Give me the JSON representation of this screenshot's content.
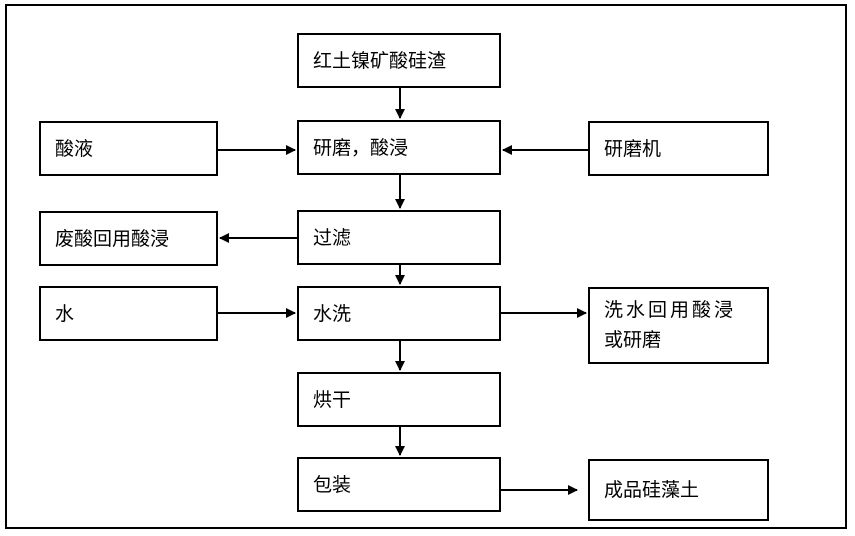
{
  "nodes": {
    "raw": "红土镍矿酸硅渣",
    "grind": "研磨，酸浸",
    "acid": "酸液",
    "mill": "研磨机",
    "filter": "过滤",
    "waste_acid": "废酸回用酸浸",
    "water": "水",
    "wash": "水洗",
    "wash_water_line1": "洗水回用酸浸",
    "wash_water_line2": "或研磨",
    "dry": "烘干",
    "pack": "包装",
    "product": "成品硅藻土"
  },
  "colors": {
    "line": "#000000",
    "background": "#ffffff"
  }
}
